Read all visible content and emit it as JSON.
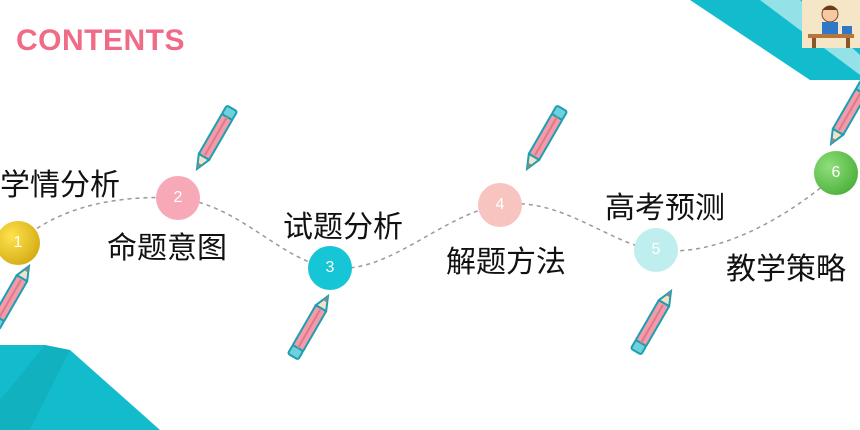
{
  "title": "CONTENTS",
  "colors": {
    "title": "#f06b86",
    "accent_teal": "#12bccc",
    "pencil_body": "#f49aa8",
    "pencil_tip": "#8a8a8a",
    "path_line": "#999999"
  },
  "items": [
    {
      "num": "1",
      "label": "学情分析",
      "color": "#e1b41a"
    },
    {
      "num": "2",
      "label": "命题意图",
      "color": "#f7a9b8"
    },
    {
      "num": "3",
      "label": "试题分析",
      "color": "#16c5d6"
    },
    {
      "num": "4",
      "label": "解题方法",
      "color": "#f8c4c0"
    },
    {
      "num": "5",
      "label": "高考预测",
      "color": "#bfeeee"
    },
    {
      "num": "6",
      "label": "教学策略",
      "color": "#4cb83b"
    }
  ],
  "icons": [
    "pencil-icon",
    "teacher-illustration-icon"
  ]
}
